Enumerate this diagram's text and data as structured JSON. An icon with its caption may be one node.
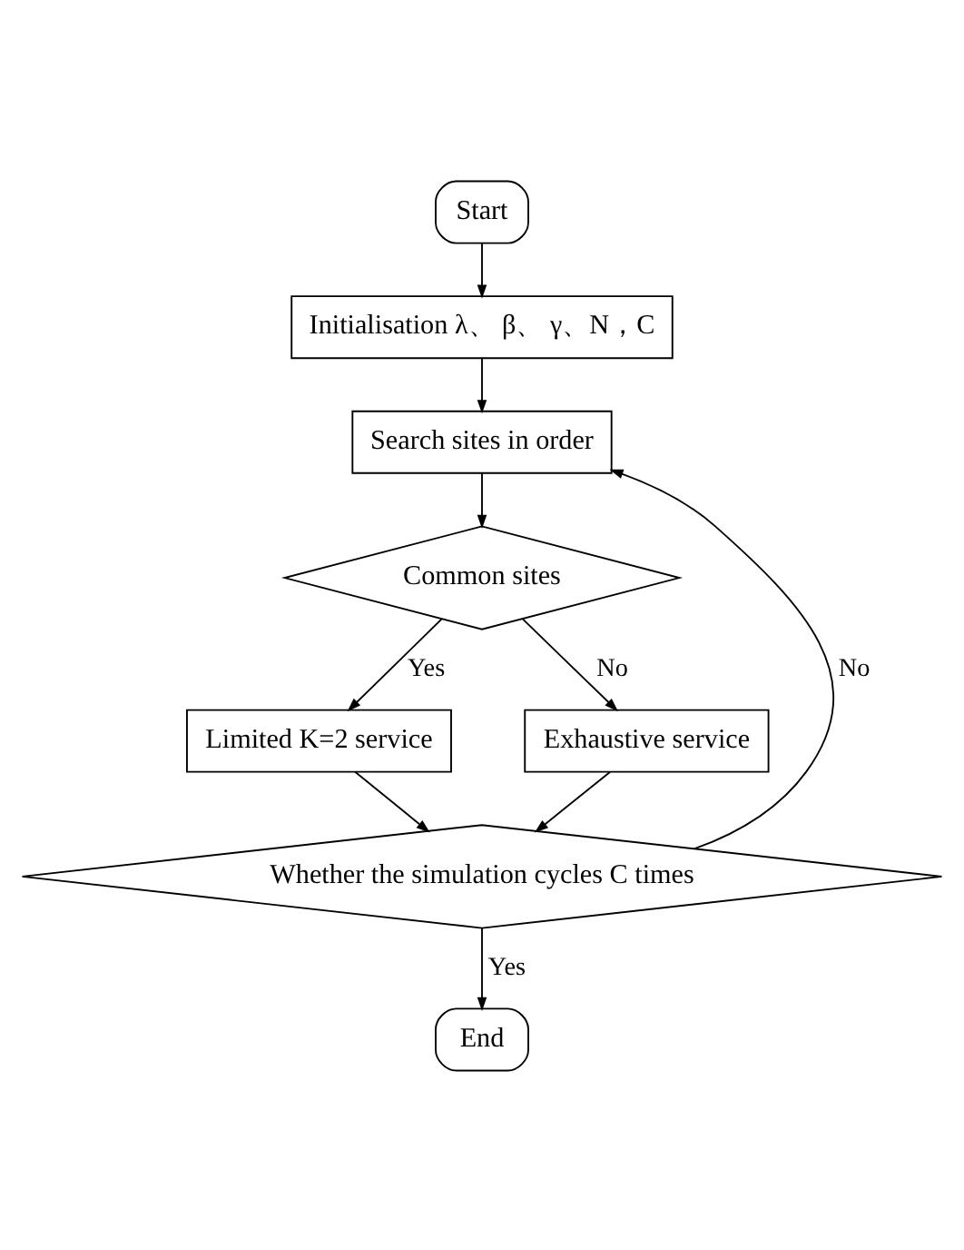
{
  "diagram": {
    "nodes": [
      {
        "text": [
          "Start"
        ]
      },
      {
        "text": [
          "Initialisation λ、 β、 γ、N，C"
        ]
      },
      {
        "text": [
          "Search sites in order"
        ]
      },
      {
        "text": [
          "Common sites"
        ]
      },
      {
        "text": [
          "Limited K=2 service"
        ]
      },
      {
        "text": [
          "Exhaustive service"
        ]
      },
      {
        "text": [
          "Whether the simulation cycles C times"
        ]
      },
      {
        "text": [
          "End"
        ]
      }
    ],
    "edges": [
      {
        "from": 0,
        "to": 1,
        "arrow": "to"
      },
      {
        "from": 1,
        "to": 2,
        "arrow": "to"
      },
      {
        "from": 2,
        "to": 3,
        "arrow": "to"
      },
      {
        "from": 3,
        "to": 4,
        "arrow": "to",
        "label": "Yes"
      },
      {
        "from": 3,
        "to": 5,
        "arrow": "to",
        "label": "No"
      },
      {
        "from": 4,
        "to": 6,
        "arrow": "to"
      },
      {
        "from": 5,
        "to": 6,
        "arrow": "to"
      },
      {
        "from": 6,
        "to": 2,
        "arrow": "to",
        "label": "No"
      },
      {
        "from": 6,
        "to": 7,
        "arrow": "to",
        "label": "Yes"
      }
    ]
  }
}
